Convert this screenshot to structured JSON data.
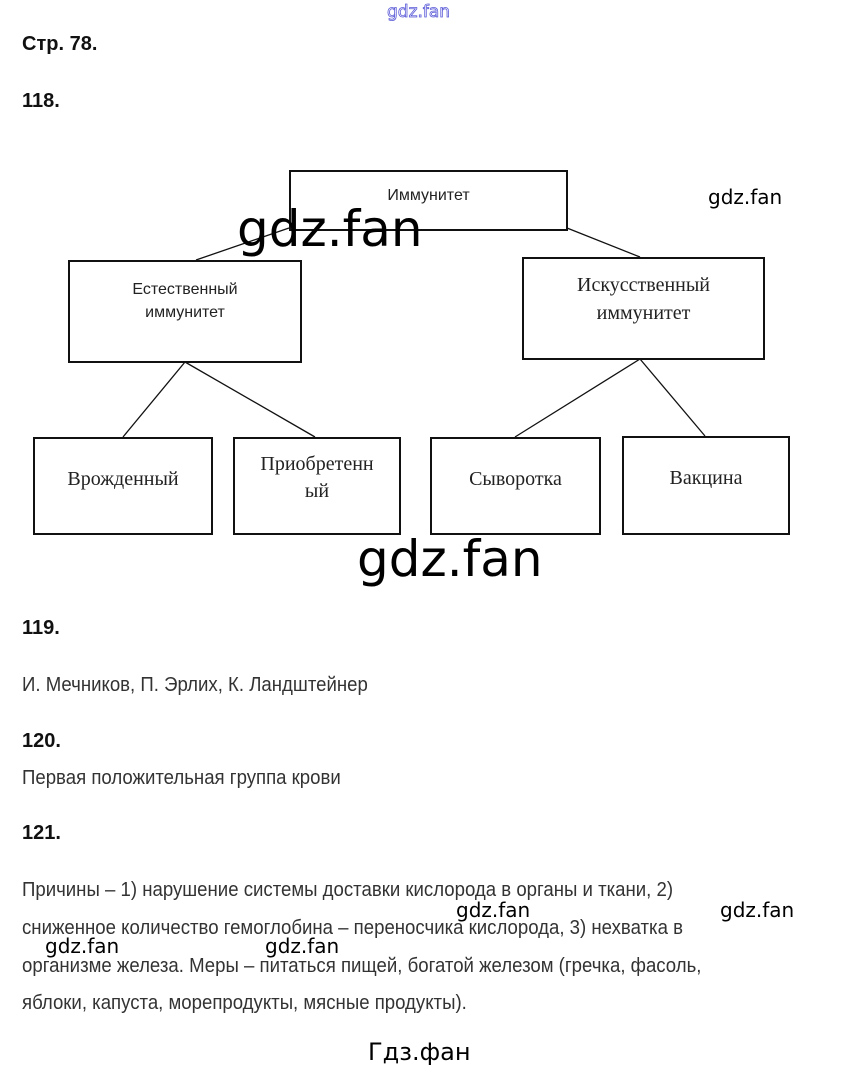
{
  "watermarks": {
    "top": "gdz.fan",
    "diagram_right": "gdz.fan",
    "diagram_big1": "gdz.fan",
    "diagram_big2": "gdz.fan",
    "p1": "gdz.fan",
    "p2": "gdz.fan",
    "p3": "gdz.fan",
    "p4": "gdz.fan",
    "footer": "Гдз.фан"
  },
  "page_label": "Стр. 78.",
  "tasks": {
    "t118": {
      "number": "118.",
      "diagram": {
        "root": "Иммунитет",
        "natural": [
          "Естественный",
          "иммунитет"
        ],
        "artificial": [
          "Искусственный",
          "иммунитет"
        ],
        "innate": "Врожденный",
        "acquired": [
          "Приобретенн",
          "ый"
        ],
        "serum": "Сыворотка",
        "vaccine": "Вакцина"
      }
    },
    "t119": {
      "number": "119.",
      "answer": "И. Мечников, П. Эрлих, К. Ландштейнер"
    },
    "t120": {
      "number": "120.",
      "answer": "Первая положительная группа крови"
    },
    "t121": {
      "number": "121.",
      "lines": [
        "Причины – 1) нарушение системы доставки кислорода в органы и ткани, 2)",
        "сниженное количество гемоглобина – переносчика кислорода, 3) нехватка в",
        "организме железа. Меры – питаться пищей, богатой железом (гречка, фасоль,",
        "яблоки, капуста, морепродукты, мясные продукты)."
      ]
    }
  }
}
